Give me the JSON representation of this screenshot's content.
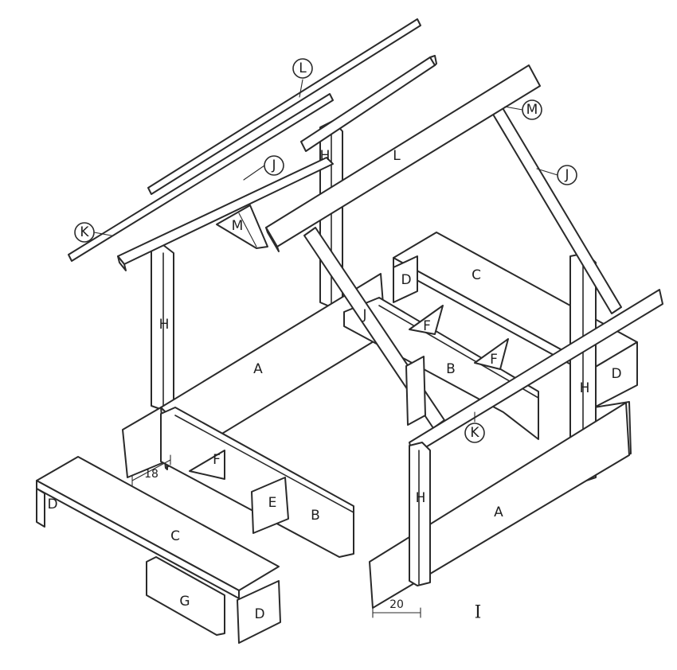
{
  "figure": {
    "number": "I"
  },
  "labels": {
    "L1": "L",
    "L2": "L",
    "M1": "M",
    "M2": "M",
    "J1": "J",
    "J2": "J",
    "J3": "J",
    "K1": "K",
    "K2": "K",
    "H1": "H",
    "H2": "H",
    "H3": "H",
    "H4": "H",
    "A1": "A",
    "A2": "A",
    "B1": "B",
    "B2": "B",
    "C1": "C",
    "C2": "C",
    "D1": "D",
    "D2": "D",
    "D3": "D",
    "D4": "D",
    "E": "E",
    "F1": "F",
    "F2": "F",
    "F3": "F",
    "G": "G"
  },
  "dimensions": {
    "left": "18",
    "bottom": "20"
  }
}
